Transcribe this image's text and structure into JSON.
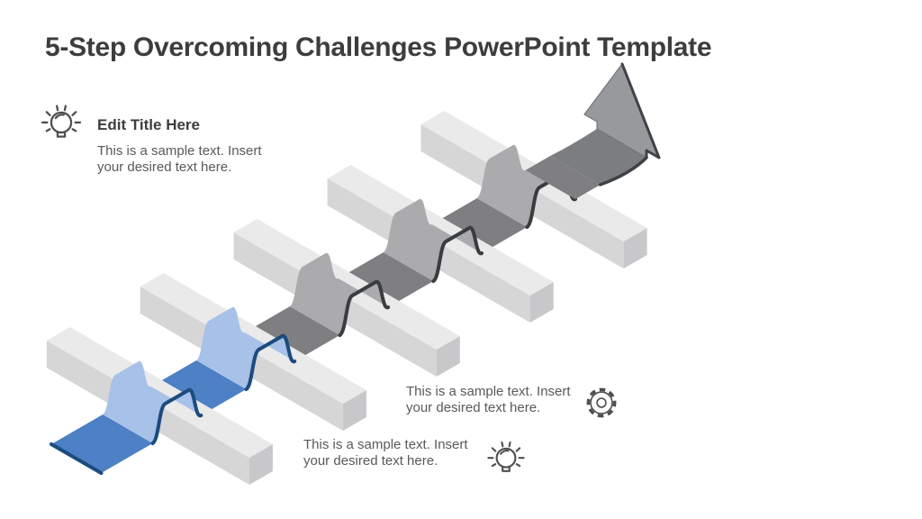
{
  "slide": {
    "title": "5-Step Overcoming Challenges PowerPoint Template"
  },
  "callout": {
    "icon": "lightbulb-icon",
    "heading": "Edit Title Here",
    "lines": [
      "This is a sample text. Insert",
      "your desired text here."
    ]
  },
  "notes": [
    {
      "icon": "gear-icon",
      "lines": [
        "This is a sample text. Insert",
        "your desired text here."
      ]
    },
    {
      "icon": "lightbulb-icon",
      "lines": [
        "This is a sample text. Insert",
        "your desired text here."
      ]
    }
  ],
  "diagram": {
    "steps": 5,
    "highlighted_steps": 2,
    "colors": {
      "blue_flat": "#4D80C4",
      "blue_light": "#A7C1E8",
      "blue_edge": "#1C4B7E",
      "gray_flat": "#7F7F82",
      "gray_light": "#ABABAD",
      "gray_edge": "#3A3D40",
      "bar_top": "#EAEAEB",
      "bar_front": "#D6D6D7",
      "bar_side": "#C8C8CA",
      "arrow_face": "#97999C",
      "arrow_bend": "#7B7D80",
      "arrow_edge": "#3E4145"
    }
  }
}
